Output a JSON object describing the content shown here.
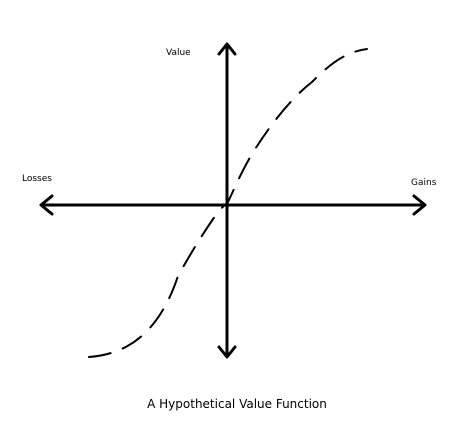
{
  "diagram": {
    "y_axis_label": "Value",
    "negative_x_label": "Losses",
    "positive_x_label": "Gains",
    "caption": "A Hypothetical Value Function"
  },
  "colors": {
    "ink": "#000000",
    "background": "#ffffff"
  }
}
